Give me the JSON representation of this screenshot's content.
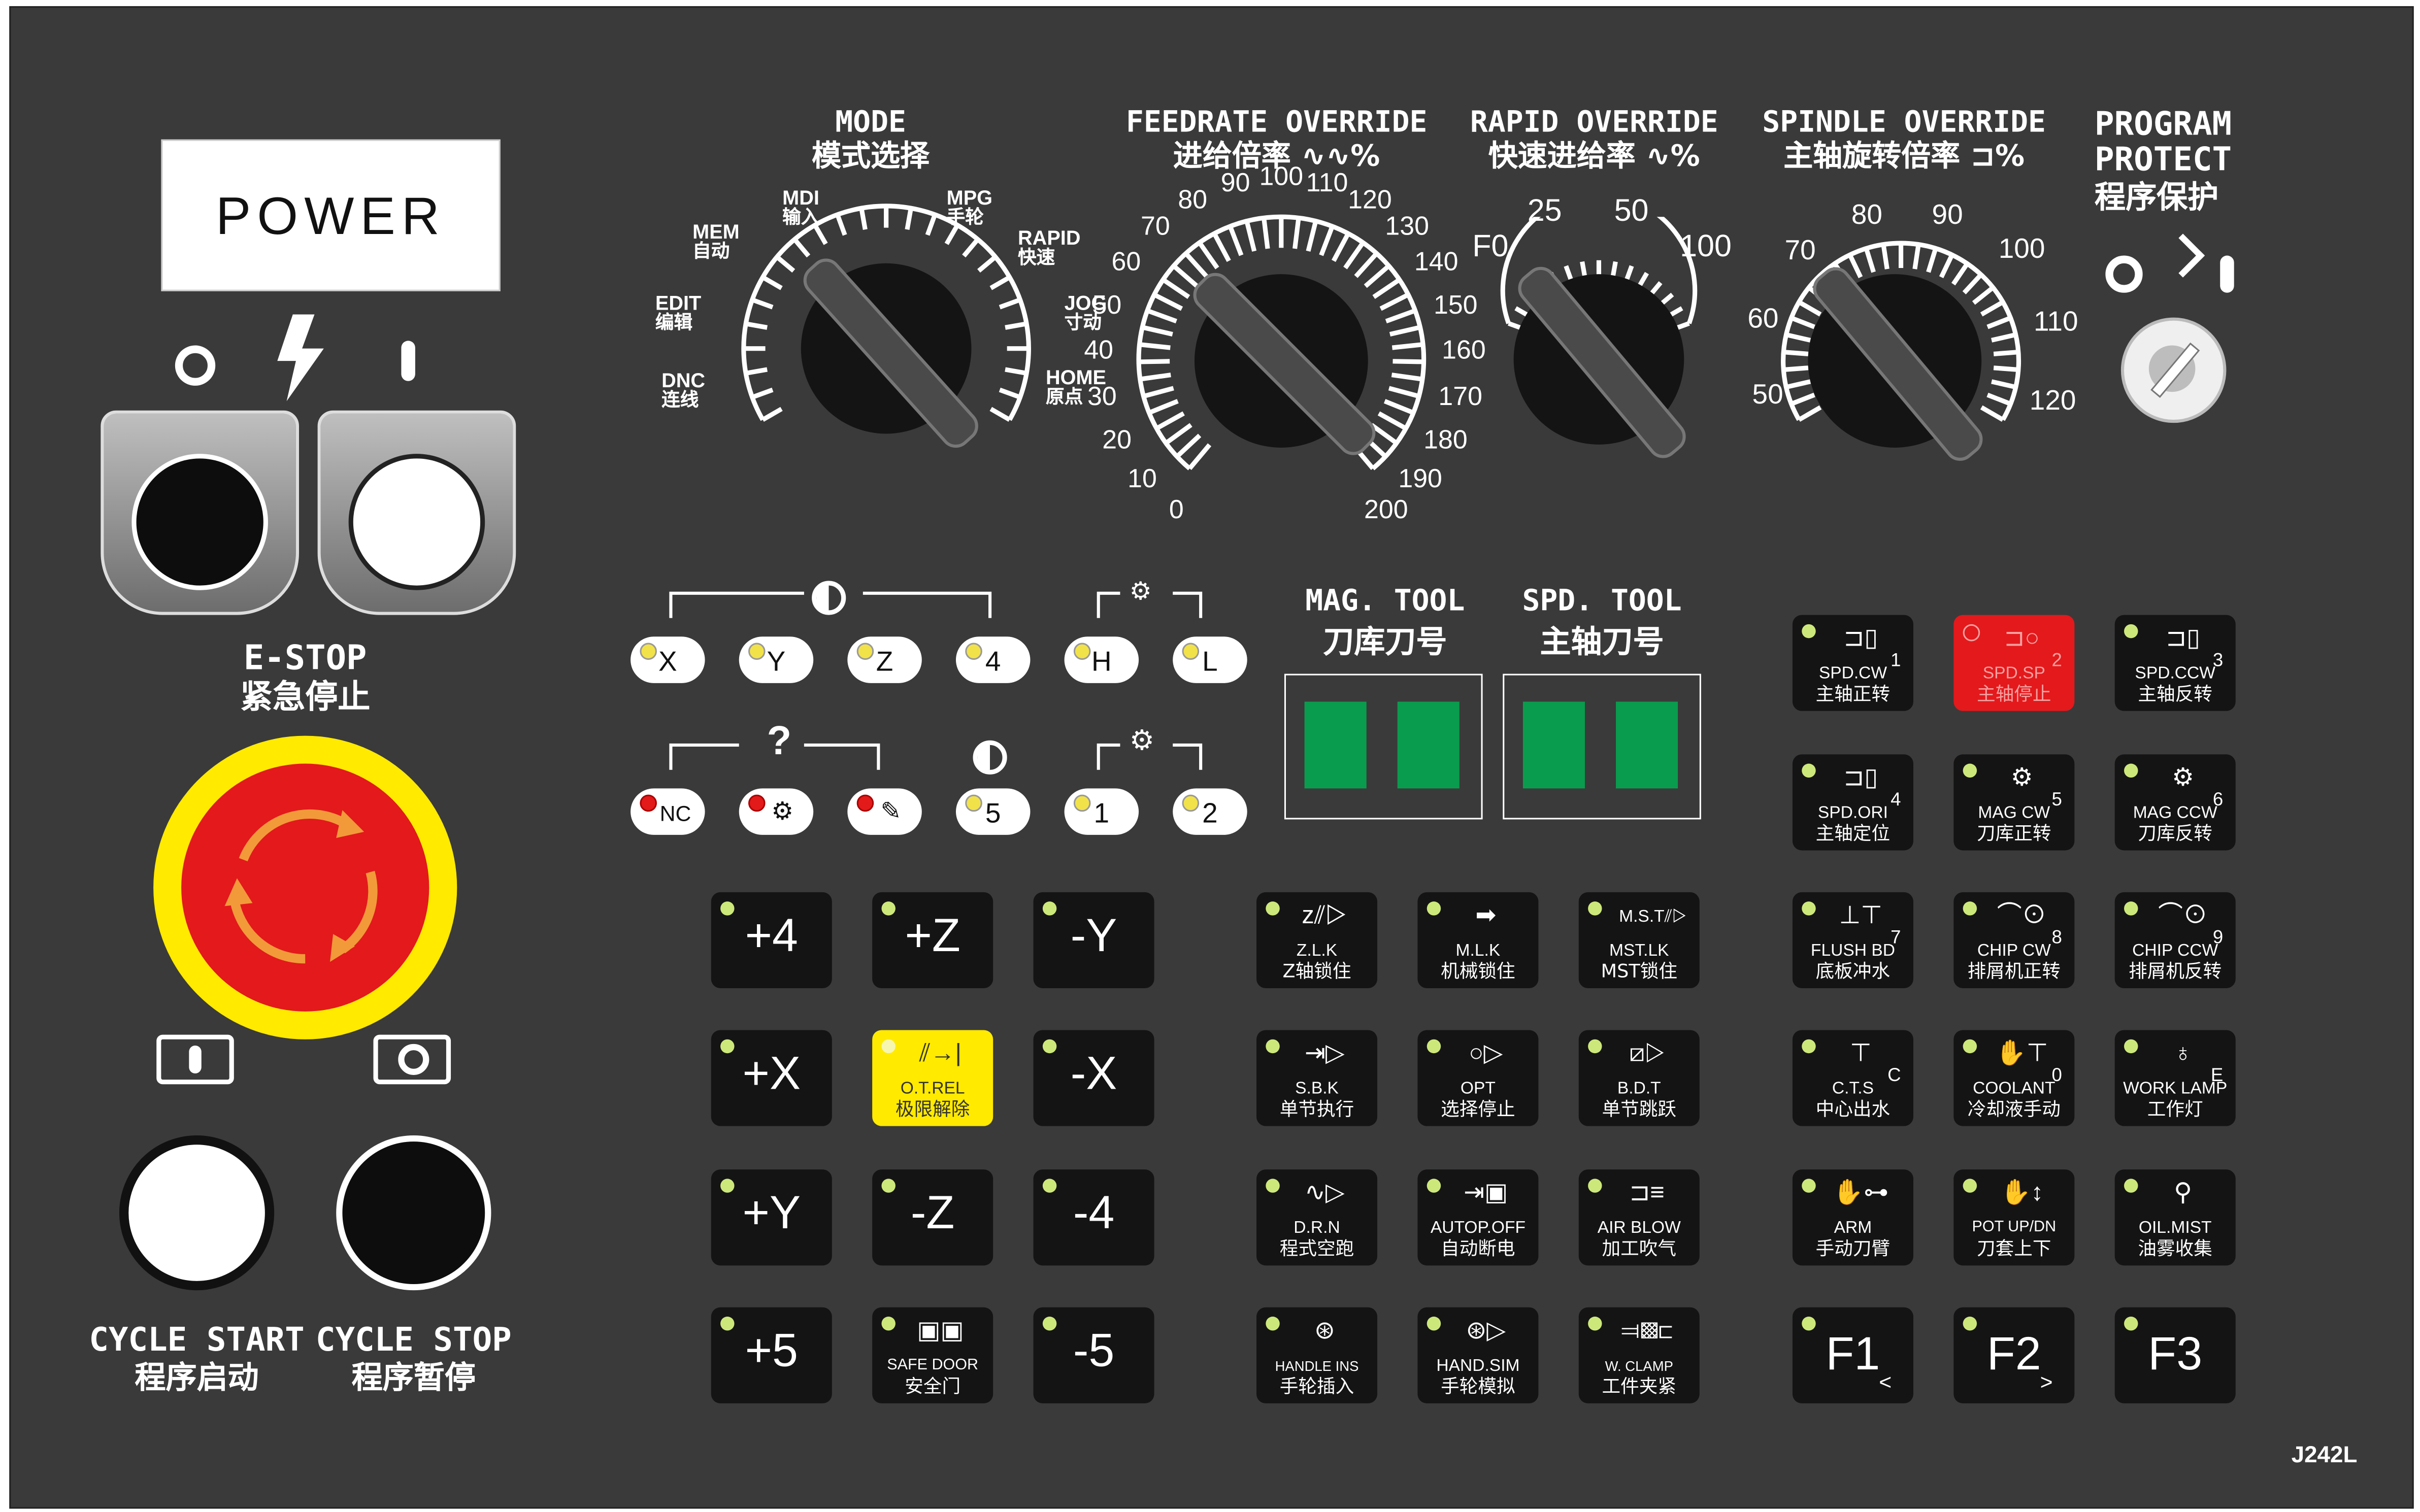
{
  "power": {
    "label": "POWER"
  },
  "estop": {
    "en": "E-STOP",
    "cn": "紧急停止"
  },
  "cycle_start": {
    "en": "CYCLE START",
    "cn": "程序启动"
  },
  "cycle_stop": {
    "en": "CYCLE STOP",
    "cn": "程序暂停"
  },
  "mode": {
    "en": "MODE",
    "cn": "模式选择"
  },
  "mode_positions": [
    {
      "en": "MDI",
      "cn": "输入"
    },
    {
      "en": "MPG",
      "cn": "手轮"
    },
    {
      "en": "MEM",
      "cn": "自动"
    },
    {
      "en": "RAPID",
      "cn": "快速"
    },
    {
      "en": "EDIT",
      "cn": "编辑"
    },
    {
      "en": "JOG",
      "cn": "寸动"
    },
    {
      "en": "DNC",
      "cn": "连线"
    },
    {
      "en": "HOME",
      "cn": "原点"
    }
  ],
  "feedrate": {
    "en": "FEEDRATE OVERRIDE",
    "cn": "进给倍率",
    "symbol": "%",
    "scale": [
      "0",
      "10",
      "20",
      "30",
      "40",
      "50",
      "60",
      "70",
      "80",
      "90",
      "100",
      "110",
      "120",
      "130",
      "140",
      "150",
      "160",
      "170",
      "180",
      "190",
      "200"
    ]
  },
  "rapid": {
    "en": "RAPID OVERRIDE",
    "cn": "快速进给率",
    "symbol": "%",
    "scale": [
      "F0",
      "25",
      "50",
      "100"
    ]
  },
  "spindle": {
    "en": "SPINDLE OVERRIDE",
    "cn": "主轴旋转倍率",
    "symbol": "%",
    "scale": [
      "50",
      "60",
      "70",
      "80",
      "90",
      "100",
      "110",
      "120"
    ]
  },
  "protect": {
    "en1": "PROGRAM",
    "en2": "PROTECT",
    "cn": "程序保护"
  },
  "axis_pills": [
    "X",
    "Y",
    "Z",
    "4",
    "H",
    "L"
  ],
  "status_pills": [
    "NC",
    "",
    "",
    "5",
    "1",
    "2"
  ],
  "mag_tool": {
    "en": "MAG. TOOL",
    "cn": "刀库刀号"
  },
  "spd_tool": {
    "en": "SPD. TOOL",
    "cn": "主轴刀号"
  },
  "jog_keys": [
    {
      "label": "+4"
    },
    {
      "label": "+Z"
    },
    {
      "label": "-Y"
    },
    {
      "label": "+X"
    },
    {
      "label": ""
    },
    {
      "label": "-X"
    },
    {
      "label": "+Y"
    },
    {
      "label": "-Z"
    },
    {
      "label": "-4"
    },
    {
      "label": "+5"
    },
    {
      "label": ""
    },
    {
      "label": "-5"
    }
  ],
  "otrel": {
    "en": "O.T.REL",
    "cn": "极限解除"
  },
  "safedoor": {
    "en": "SAFE DOOR",
    "cn": "安全门"
  },
  "func_keys": [
    {
      "en": "Z.L.K",
      "cn": "Z轴锁住"
    },
    {
      "en": "M.L.K",
      "cn": "机械锁住"
    },
    {
      "en": "MST.LK",
      "cn": "MST锁住"
    },
    {
      "en": "S.B.K",
      "cn": "单节执行"
    },
    {
      "en": "OPT",
      "cn": "选择停止"
    },
    {
      "en": "B.D.T",
      "cn": "单节跳跃"
    },
    {
      "en": "D.R.N",
      "cn": "程式空跑"
    },
    {
      "en": "AUTOP.OFF",
      "cn": "自动断电"
    },
    {
      "en": "AIR BLOW",
      "cn": "加工吹气"
    },
    {
      "en": "HANDLE INS",
      "cn": "手轮插入"
    },
    {
      "en": "HAND.SIM",
      "cn": "手轮模拟"
    },
    {
      "en": "W. CLAMP",
      "cn": "工件夹紧"
    }
  ],
  "right_keys": [
    {
      "num": "1",
      "en": "SPD.CW",
      "cn": "主轴正转"
    },
    {
      "num": "2",
      "en": "SPD.SP",
      "cn": "主轴停止"
    },
    {
      "num": "3",
      "en": "SPD.CCW",
      "cn": "主轴反转"
    },
    {
      "num": "4",
      "en": "SPD.ORI",
      "cn": "主轴定位"
    },
    {
      "num": "5",
      "en": "MAG CW",
      "cn": "刀库正转"
    },
    {
      "num": "6",
      "en": "MAG CCW",
      "cn": "刀库反转"
    },
    {
      "num": "7",
      "en": "FLUSH BD",
      "cn": "底板冲水"
    },
    {
      "num": "8",
      "en": "CHIP CW",
      "cn": "排屑机正转"
    },
    {
      "num": "9",
      "en": "CHIP CCW",
      "cn": "排屑机反转"
    },
    {
      "num": "C",
      "en": "C.T.S",
      "cn": "中心出水"
    },
    {
      "num": "0",
      "en": "COOLANT",
      "cn": "冷却液手动"
    },
    {
      "num": "E",
      "en": "WORK LAMP",
      "cn": "工作灯"
    },
    {
      "num": "",
      "en": "ARM",
      "cn": "手动刀臂"
    },
    {
      "num": "",
      "en": "POT UP/DN",
      "cn": "刀套上下"
    },
    {
      "num": "",
      "en": "OIL.MIST",
      "cn": "油雾收集"
    }
  ],
  "fkeys": [
    {
      "label": "F1",
      "sub": "<"
    },
    {
      "label": "F2",
      "sub": ">"
    },
    {
      "label": "F3",
      "sub": ""
    }
  ],
  "model": "J242L",
  "colors": {
    "panel": "#3a3a3a",
    "key": "#141414",
    "led": "#cde87a",
    "estop_red": "#e3191c",
    "estop_yellow": "#ffea00",
    "lcd_green": "#0a9c4e"
  }
}
